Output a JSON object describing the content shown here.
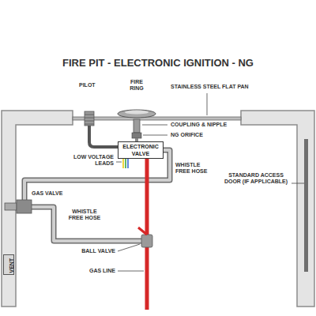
{
  "diagram": {
    "title": "FIRE PIT - ELECTRONIC IGNITION - NG",
    "nodes": [
      {
        "text": [
          "ELECTRONIC VALVE"
        ]
      },
      {
        "text": [
          "VENT"
        ]
      }
    ],
    "labels": [
      "PILOT",
      "FIRE RING",
      "STAINLESS STEEL FLAT PAN",
      "COUPLING & NIPPLE",
      "NG ORIFICE",
      "LOW VOLTAGE LEADS",
      "WHISTLE FREE HOSE",
      "STANDARD ACCESS DOOR (IF APPLICABLE)",
      "GAS VALVE",
      "WHISTLE FREE HOSE",
      "BALL VALVE",
      "GAS LINE"
    ]
  }
}
